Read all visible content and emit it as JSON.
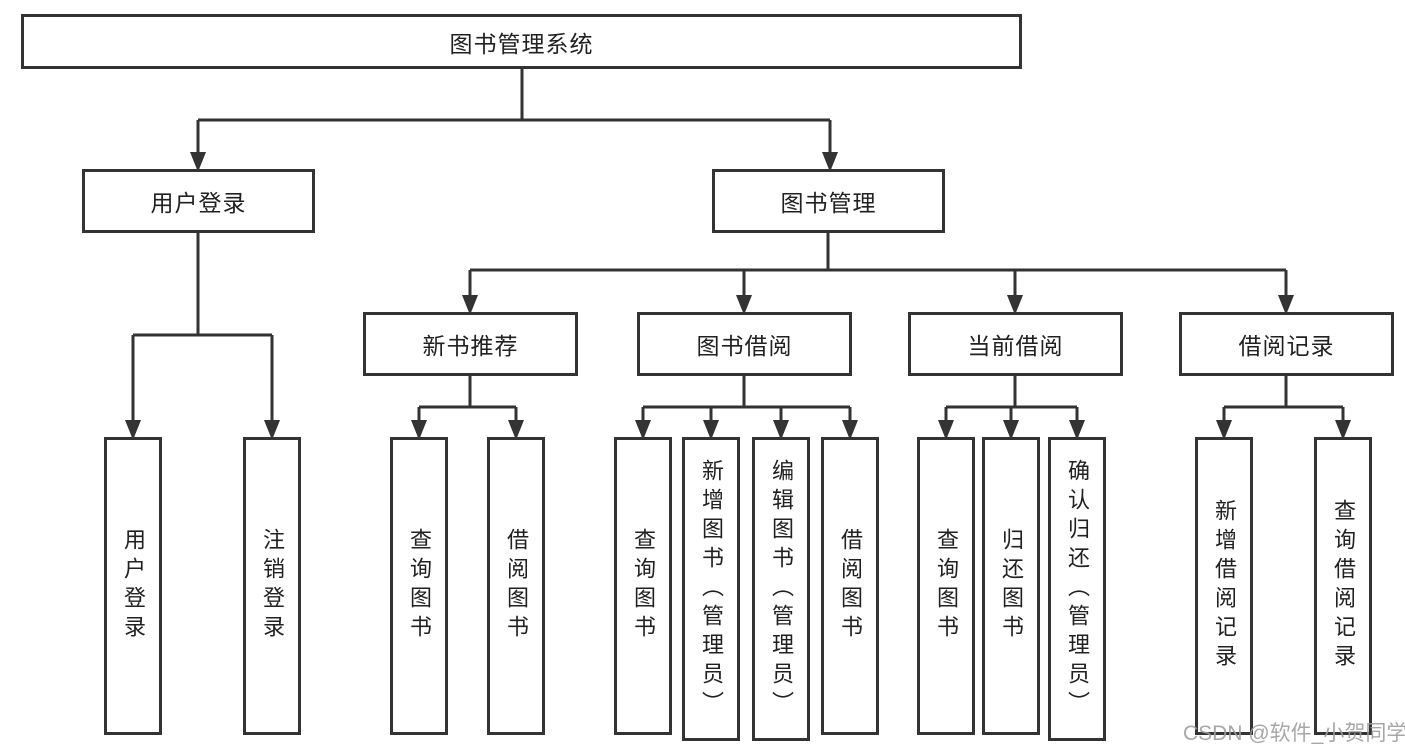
{
  "diagram": {
    "type": "tree",
    "root": {
      "label": "图书管理系统"
    },
    "level2": [
      {
        "label": "用户登录",
        "parent": "图书管理系统"
      },
      {
        "label": "图书管理",
        "parent": "图书管理系统"
      }
    ],
    "level3": [
      {
        "label": "新书推荐",
        "parent": "图书管理"
      },
      {
        "label": "图书借阅",
        "parent": "图书管理"
      },
      {
        "label": "当前借阅",
        "parent": "图书管理"
      },
      {
        "label": "借阅记录",
        "parent": "图书管理"
      }
    ],
    "leaves": [
      {
        "label": "用户登录",
        "parent": "用户登录"
      },
      {
        "label": "注销登录",
        "parent": "用户登录"
      },
      {
        "label": "查询图书",
        "parent": "新书推荐"
      },
      {
        "label": "借阅图书",
        "parent": "新书推荐"
      },
      {
        "label": "查询图书",
        "parent": "图书借阅"
      },
      {
        "label": "新增图书（管理员）",
        "parent": "图书借阅"
      },
      {
        "label": "编辑图书（管理员）",
        "parent": "图书借阅"
      },
      {
        "label": "借阅图书",
        "parent": "图书借阅"
      },
      {
        "label": "查询图书",
        "parent": "当前借阅"
      },
      {
        "label": "归还图书",
        "parent": "当前借阅"
      },
      {
        "label": "确认归还（管理员）",
        "parent": "当前借阅"
      },
      {
        "label": "新增借阅记录",
        "parent": "借阅记录"
      },
      {
        "label": "查询借阅记录",
        "parent": "借阅记录"
      }
    ],
    "watermark": "CSDN @软件_小贺同学",
    "colors": {
      "line": "#333333",
      "text": "#212121",
      "box_background": "#ffffff",
      "background": "#ffffff",
      "watermark": "#9e9e9e"
    }
  }
}
